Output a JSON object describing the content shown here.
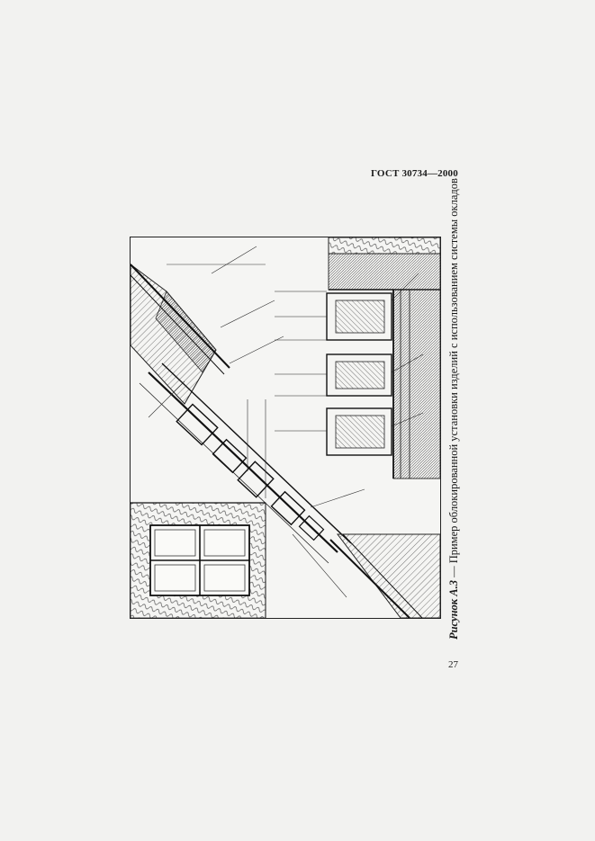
{
  "header": {
    "standard": "ГОСТ 30734—2000"
  },
  "figure": {
    "caption_label": "Рисунок А.3",
    "caption_dash": " — ",
    "caption_text": "Пример облокированной установки изделий с использованием системы окладов"
  },
  "footer": {
    "page_number": "27"
  }
}
